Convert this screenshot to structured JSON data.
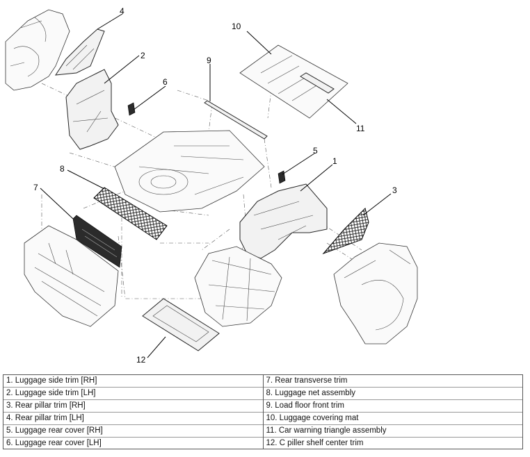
{
  "callouts": {
    "c1": "1",
    "c2": "2",
    "c3": "3",
    "c4": "4",
    "c5": "5",
    "c6": "6",
    "c7": "7",
    "c8": "8",
    "c9": "9",
    "c10": "10",
    "c11": "11",
    "c12": "12"
  },
  "legend": {
    "left": [
      "1. Luggage side trim [RH]",
      "2. Luggage side trim [LH]",
      "3. Rear pillar trim [RH]",
      "4. Rear pillar trim [LH]",
      "5. Luggage rear cover [RH]",
      "6. Luggage rear cover [LH]"
    ],
    "right": [
      "7. Rear transverse trim",
      "8. Luggage net assembly",
      "9. Load floor front trim",
      "10. Luggage covering mat",
      "11. Car warning triangle assembly",
      "12. C piller shelf center trim"
    ]
  }
}
